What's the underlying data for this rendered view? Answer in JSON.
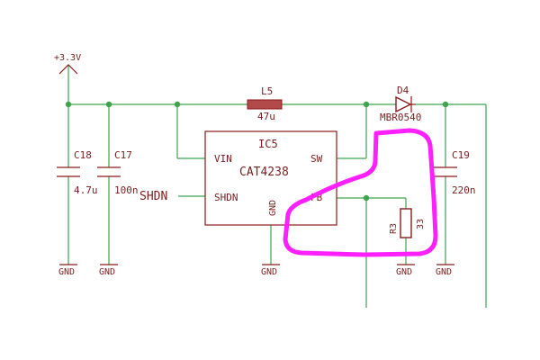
{
  "power": {
    "label": "+3.3V"
  },
  "components": {
    "c18": {
      "ref": "C18",
      "value": "4.7u"
    },
    "c17": {
      "ref": "C17",
      "value": "100n"
    },
    "l5": {
      "ref": "L5",
      "value": "47u"
    },
    "d4": {
      "ref": "D4",
      "value": "MBR0540"
    },
    "c19": {
      "ref": "C19",
      "value": "220n"
    },
    "r3": {
      "ref": "R3",
      "value": "33"
    },
    "ic5": {
      "ref": "IC5",
      "value": "CAT4238",
      "pins": {
        "vin": "VIN",
        "sw": "SW",
        "shdn": "SHDN",
        "fb": "FB",
        "gnd": "GND"
      }
    }
  },
  "net_labels": {
    "shdn": "SHDN"
  },
  "gnd_label": "GND",
  "colors": {
    "wire": "#3fa34d",
    "component": "#8b1a1a",
    "text": "#7a1f1f",
    "junction": "#3fa34d",
    "annotation": "#ff1fff"
  }
}
